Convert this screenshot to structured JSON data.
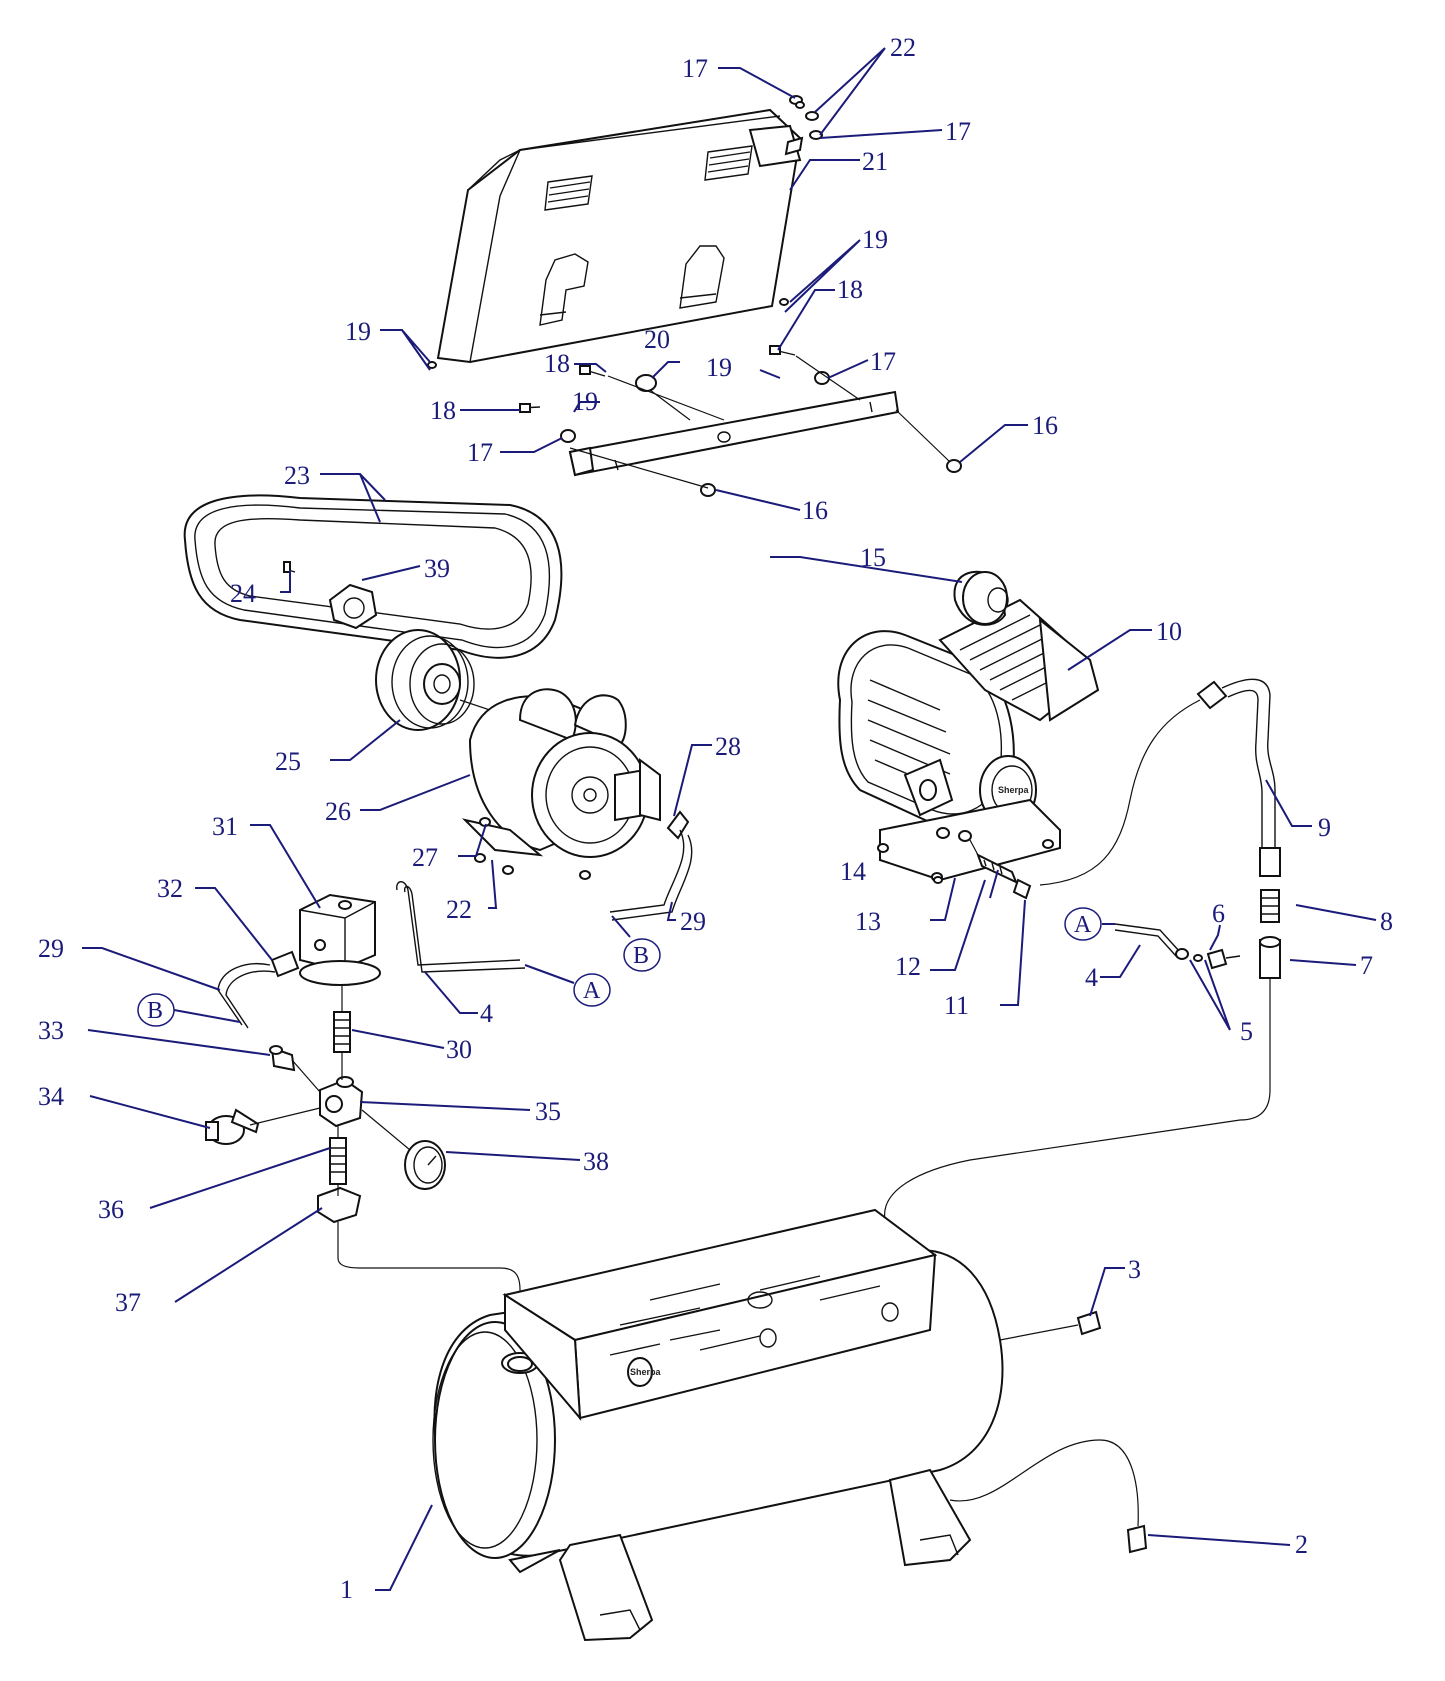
{
  "diagram": {
    "brand_logo": "Sherpa",
    "callouts": [
      {
        "id": "c1",
        "label": "1"
      },
      {
        "id": "c2",
        "label": "2"
      },
      {
        "id": "c3",
        "label": "3"
      },
      {
        "id": "c4a",
        "label": "4"
      },
      {
        "id": "c4b",
        "label": "4"
      },
      {
        "id": "c5",
        "label": "5"
      },
      {
        "id": "c6",
        "label": "6"
      },
      {
        "id": "c7",
        "label": "7"
      },
      {
        "id": "c8",
        "label": "8"
      },
      {
        "id": "c9",
        "label": "9"
      },
      {
        "id": "c10",
        "label": "10"
      },
      {
        "id": "c11",
        "label": "11"
      },
      {
        "id": "c12",
        "label": "12"
      },
      {
        "id": "c13",
        "label": "13"
      },
      {
        "id": "c14",
        "label": "14"
      },
      {
        "id": "c15",
        "label": "15"
      },
      {
        "id": "c16a",
        "label": "16"
      },
      {
        "id": "c16b",
        "label": "16"
      },
      {
        "id": "c17a",
        "label": "17"
      },
      {
        "id": "c17b",
        "label": "17"
      },
      {
        "id": "c17c",
        "label": "17"
      },
      {
        "id": "c17d",
        "label": "17"
      },
      {
        "id": "c18a",
        "label": "18"
      },
      {
        "id": "c18b",
        "label": "18"
      },
      {
        "id": "c18c",
        "label": "18"
      },
      {
        "id": "c19a",
        "label": "19"
      },
      {
        "id": "c19b",
        "label": "19"
      },
      {
        "id": "c19c",
        "label": "19"
      },
      {
        "id": "c19d",
        "label": "19"
      },
      {
        "id": "c20",
        "label": "20"
      },
      {
        "id": "c21",
        "label": "21"
      },
      {
        "id": "c22a",
        "label": "22"
      },
      {
        "id": "c22b",
        "label": "22"
      },
      {
        "id": "c23",
        "label": "23"
      },
      {
        "id": "c24",
        "label": "24"
      },
      {
        "id": "c25",
        "label": "25"
      },
      {
        "id": "c26",
        "label": "26"
      },
      {
        "id": "c27",
        "label": "27"
      },
      {
        "id": "c28",
        "label": "28"
      },
      {
        "id": "c29a",
        "label": "29"
      },
      {
        "id": "c29b",
        "label": "29"
      },
      {
        "id": "c30",
        "label": "30"
      },
      {
        "id": "c31",
        "label": "31"
      },
      {
        "id": "c32",
        "label": "32"
      },
      {
        "id": "c33",
        "label": "33"
      },
      {
        "id": "c34",
        "label": "34"
      },
      {
        "id": "c35",
        "label": "35"
      },
      {
        "id": "c36",
        "label": "36"
      },
      {
        "id": "c37",
        "label": "37"
      },
      {
        "id": "c38",
        "label": "38"
      },
      {
        "id": "c39",
        "label": "39"
      }
    ],
    "references": [
      {
        "id": "refA1",
        "label": "A"
      },
      {
        "id": "refA2",
        "label": "A"
      },
      {
        "id": "refB1",
        "label": "B"
      },
      {
        "id": "refB2",
        "label": "B"
      }
    ]
  }
}
